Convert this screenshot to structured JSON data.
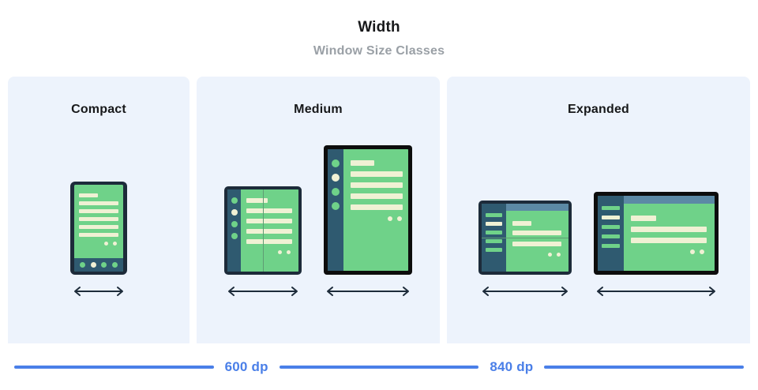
{
  "header": {
    "title": "Width",
    "subtitle": "Window Size Classes"
  },
  "panels": [
    {
      "label": "Compact",
      "name": "compact"
    },
    {
      "label": "Medium",
      "name": "medium"
    },
    {
      "label": "Expanded",
      "name": "expanded"
    }
  ],
  "scale": {
    "breakpoints": [
      {
        "label": "600 dp",
        "value": 600,
        "unit": "dp"
      },
      {
        "label": "840 dp",
        "value": 840,
        "unit": "dp"
      }
    ]
  },
  "devices": {
    "compact_phone": {
      "type": "phone-portrait",
      "frame": "navy",
      "nav_dots": 4,
      "content_lines": 6
    },
    "medium_foldable": {
      "type": "foldable-portrait",
      "frame": "navy",
      "rail_dots": 4,
      "content_lines": 5,
      "fold": "vertical"
    },
    "medium_tablet": {
      "type": "tablet-portrait",
      "frame": "black",
      "rail_dots": 4,
      "content_lines": 5
    },
    "expanded_foldable": {
      "type": "foldable-landscape",
      "frame": "navy",
      "rail_bars": 5,
      "content_lines": 3,
      "fold": "horizontal"
    },
    "expanded_tablet": {
      "type": "tablet-landscape",
      "frame": "black",
      "rail_bars": 5,
      "content_lines": 3
    }
  },
  "colors": {
    "panel_bg": "#edf3fc",
    "screen_green": "#6fd289",
    "content_cream": "#f0f1d4",
    "frame_navy": "#1d2b3a",
    "frame_black": "#0d0d0d",
    "rail_slate": "#2f5a70",
    "appbar_blue": "#5c89a5",
    "accent_blue": "#4a7fe8",
    "title_black": "#17181a",
    "subtitle_gray": "#9aa0a6"
  },
  "icons": {
    "arrow": "double-headed-horizontal-arrow"
  }
}
